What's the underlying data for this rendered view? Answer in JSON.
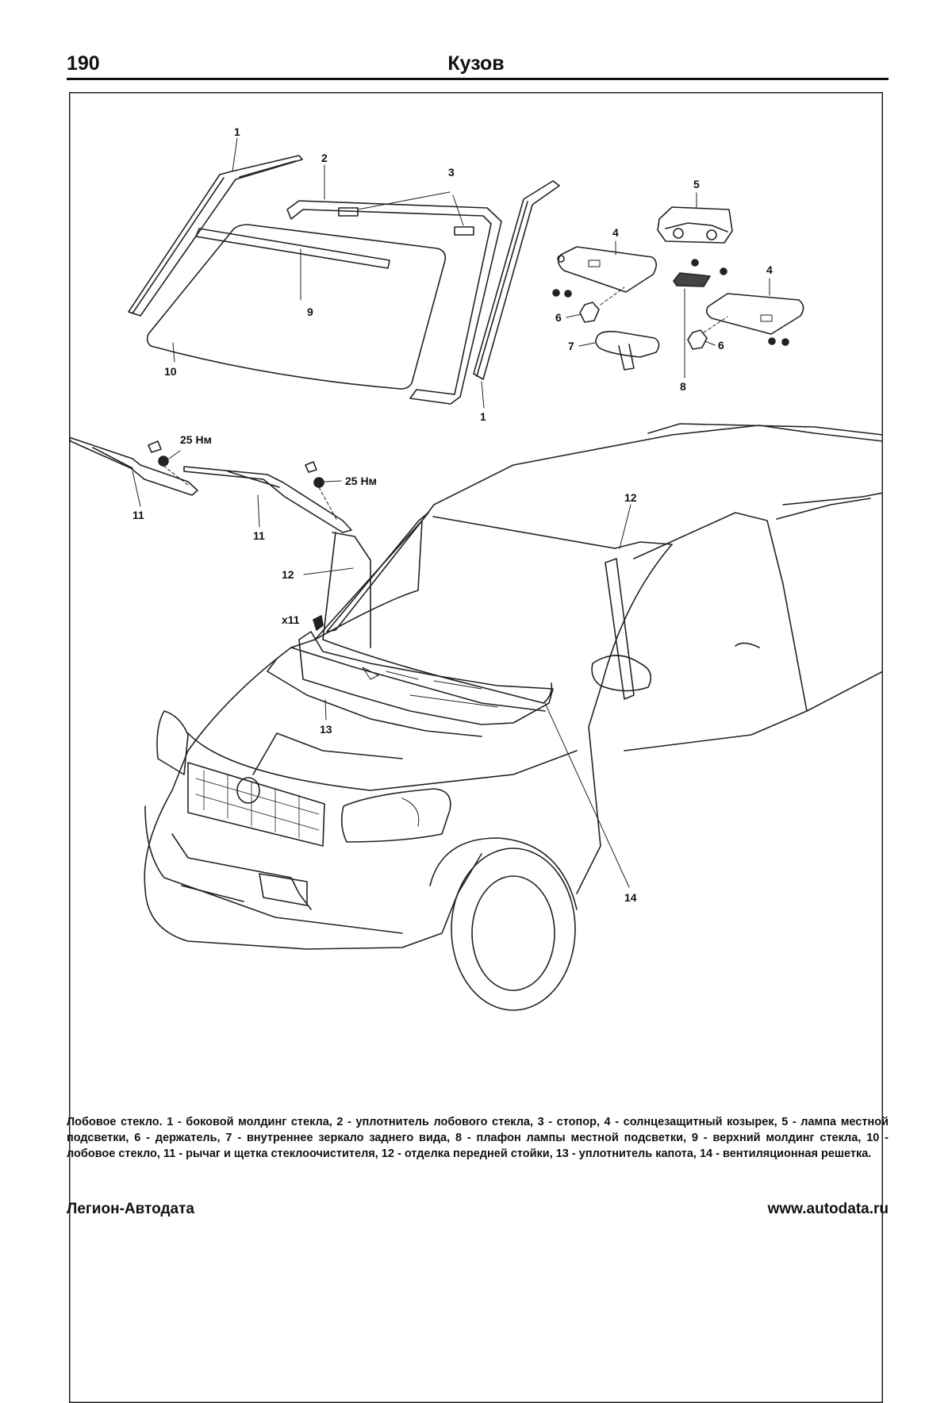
{
  "header": {
    "page_number": "190",
    "section_title": "Кузов"
  },
  "figure": {
    "callouts": {
      "c1_top": "1",
      "c2": "2",
      "c3": "3",
      "c9": "9",
      "c10": "10",
      "c1_bottom": "1",
      "c4_left": "4",
      "c5": "5",
      "c4_right": "4",
      "c6_left": "6",
      "c6_right": "6",
      "c7": "7",
      "c8": "8",
      "torque_1": "25 Нм",
      "torque_2": "25 Нм",
      "c11_left": "11",
      "c11_right": "11",
      "c12_right": "12",
      "c12_left": "12",
      "x11": "x11",
      "c13": "13",
      "c14": "14"
    },
    "caption": "Лобовое стекло. 1 - боковой молдинг стекла, 2 - уплотнитель лобового стекла, 3 - стопор, 4 - солнцезащитный козырек, 5 - лампа местной подсветки, 6 - держатель, 7 - внутреннее зеркало заднего вида, 8 - плафон лампы местной подсветки, 9 - верхний молдинг стекла, 10 - лобовое стекло, 11 - рычаг и щетка стеклоочистителя, 12 - отделка передней стойки, 13 - уплотнитель капота, 14 - вентиляционная решетка."
  },
  "footer": {
    "publisher": "Легион-Автодата",
    "website": "www.autodata.ru"
  }
}
